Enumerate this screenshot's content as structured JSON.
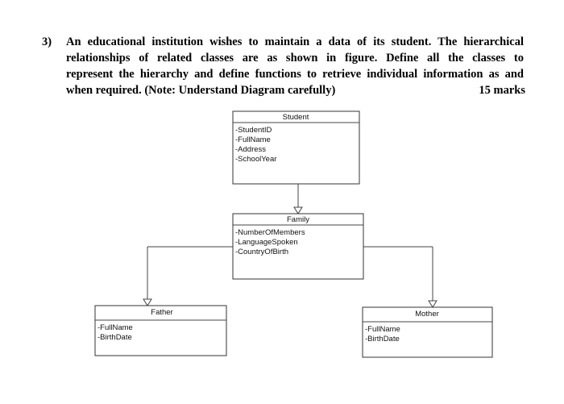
{
  "question": {
    "number": "3)",
    "lines": [
      "An educational institution wishes to maintain a data of its student. The hierarchical",
      "relationships of related classes are as shown in figure. Define all the classes to",
      "represent the hierarchy and define functions to retrieve individual information as and",
      "when required. (Note: Understand Diagram carefully)"
    ],
    "marks": "15 marks"
  },
  "diagram": {
    "student": {
      "name": "Student",
      "attributes": [
        "-StudentID",
        "-FullName",
        "-Address",
        "-SchoolYear"
      ]
    },
    "family": {
      "name": "Family",
      "attributes": [
        "-NumberOfMembers",
        "-LanguageSpoken",
        "-CountryOfBirth"
      ]
    },
    "father": {
      "name": "Father",
      "attributes": [
        "-FullName",
        "-BirthDate"
      ]
    },
    "mother": {
      "name": "Mother",
      "attributes": [
        "-FullName",
        "-BirthDate"
      ]
    }
  }
}
